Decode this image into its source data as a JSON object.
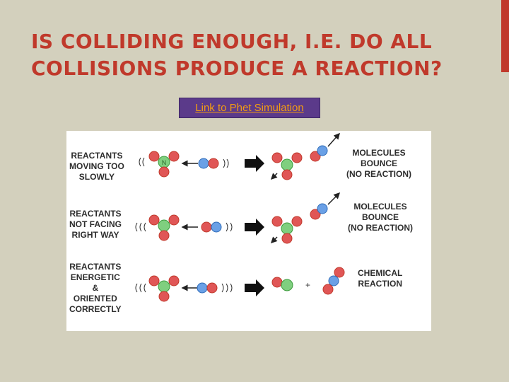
{
  "slide": {
    "title_line1": "IS COLLIDING ENOUGH, I.E. DO ALL",
    "title_line2": "COLLISIONS PRODUCE A REACTION?",
    "link_label": "Link to Phet Simulation"
  },
  "colors": {
    "background": "#d3d0bd",
    "accent": "#c0392b",
    "link_bg": "#5b3a8a",
    "link_text": "#f39c12"
  },
  "figure": {
    "rows": [
      {
        "left_lines": [
          "REACTANTS",
          "MOVING TOO",
          "SLOWLY"
        ],
        "right_lines": [
          "MOLECULES",
          "BOUNCE",
          "(NO REACTION)"
        ]
      },
      {
        "left_lines": [
          "REACTANTS",
          "NOT FACING",
          "RIGHT WAY"
        ],
        "right_lines": [
          "MOLECULES",
          "BOUNCE",
          "(NO REACTION)"
        ]
      },
      {
        "left_lines": [
          "REACTANTS",
          "ENERGETIC",
          "&",
          "ORIENTED",
          "CORRECTLY"
        ],
        "right_lines": [
          "CHEMICAL",
          "REACTION"
        ]
      }
    ],
    "atom_labels": {
      "nitrogen": "N",
      "plus_sign": "+"
    }
  }
}
